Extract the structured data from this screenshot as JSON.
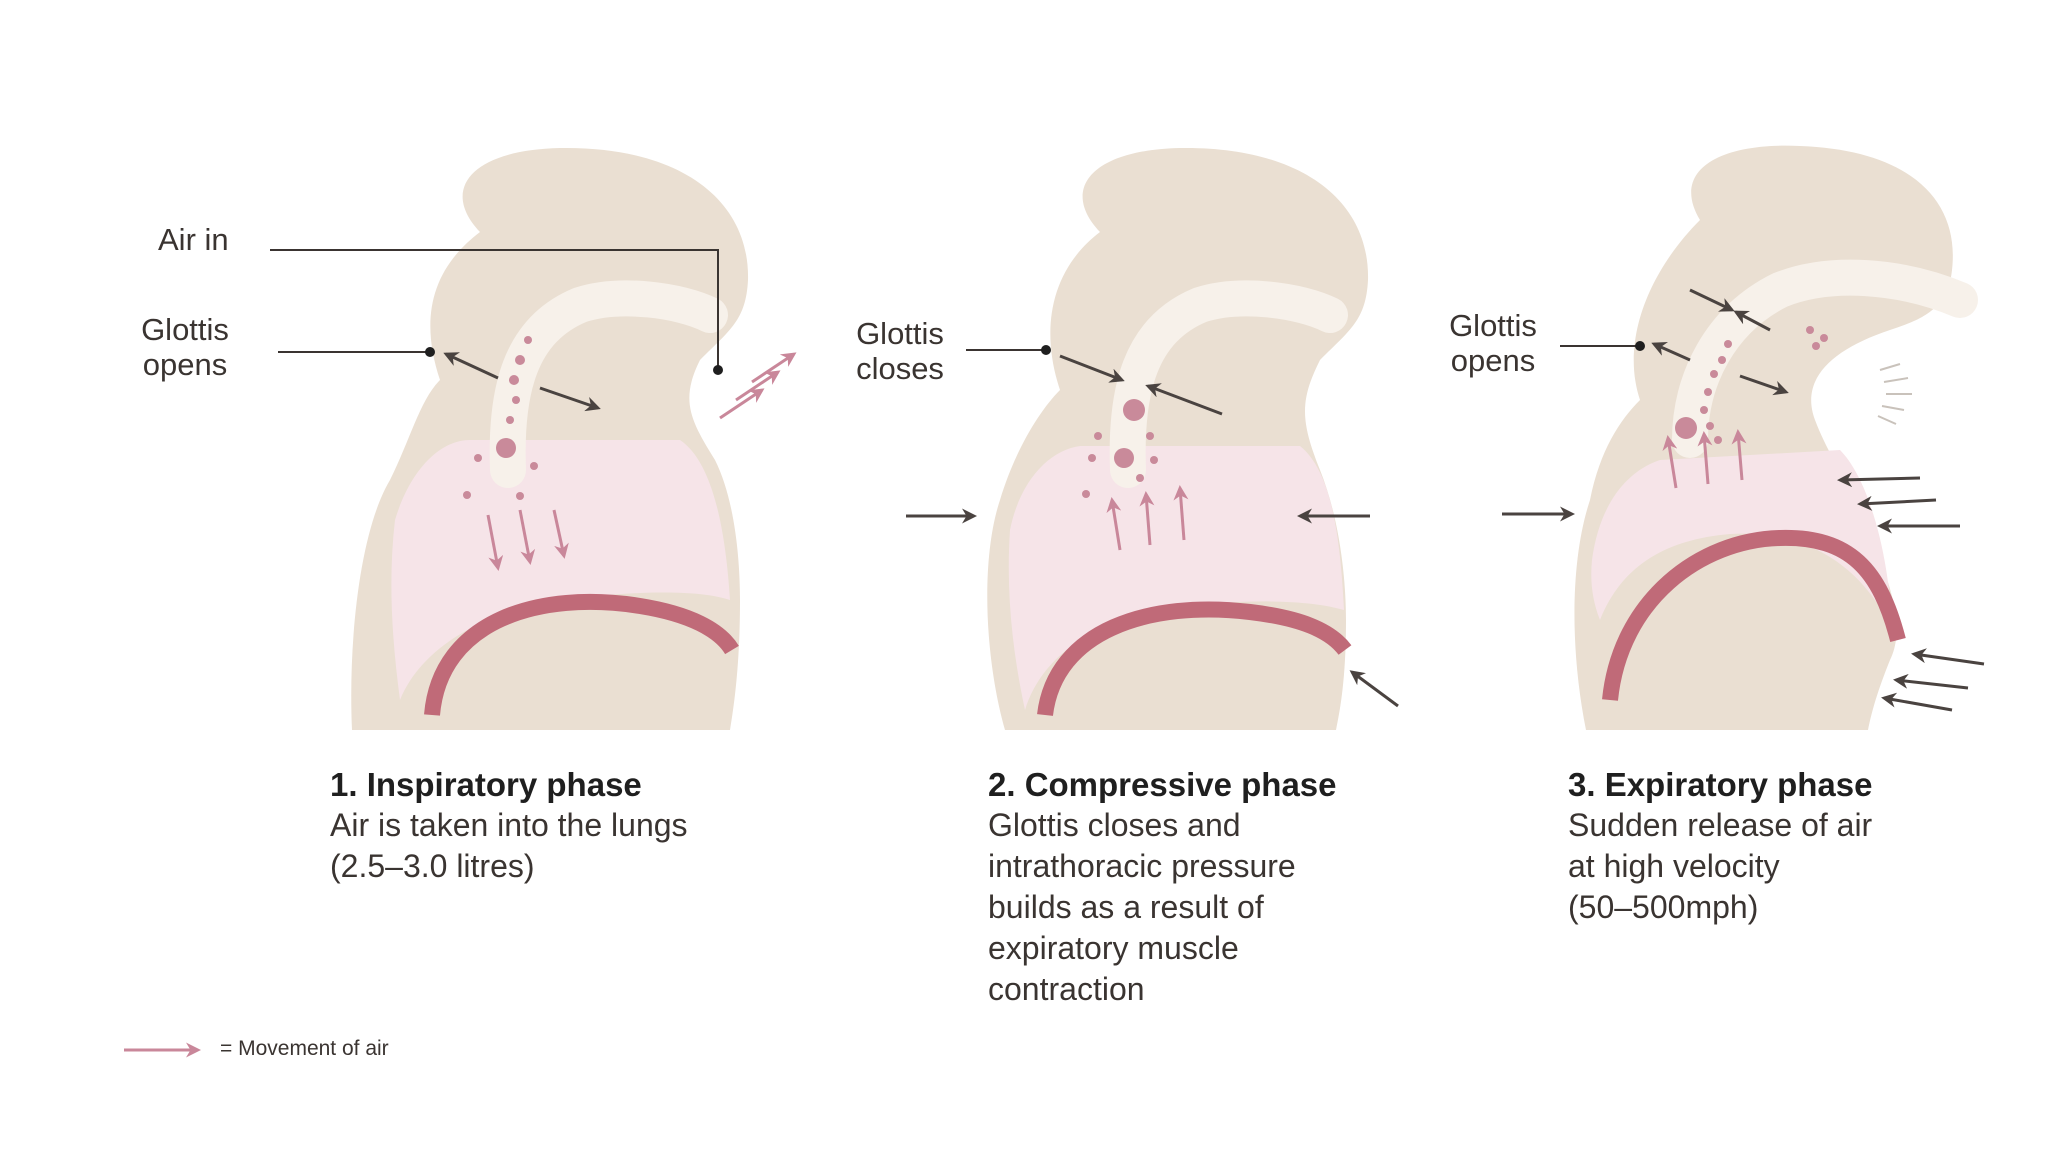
{
  "labels": {
    "air_in": "Air in",
    "p1_glottis": [
      "Glottis",
      "opens"
    ],
    "p2_glottis": [
      "Glottis",
      "closes"
    ],
    "p3_glottis": [
      "Glottis",
      "opens"
    ]
  },
  "phases": [
    {
      "title": "1. Inspiratory phase",
      "lines": [
        "Air is taken into the lungs",
        "(2.5–3.0 litres)"
      ]
    },
    {
      "title": "2. Compressive phase",
      "lines": [
        "Glottis closes and",
        "intrathoracic pressure",
        "builds as a result of",
        "expiratory muscle",
        "contraction"
      ]
    },
    {
      "title": "3. Expiratory phase",
      "lines": [
        "Sudden release of air",
        "at high velocity",
        "(50–500mph)"
      ]
    }
  ],
  "legend": {
    "text": "= Movement of air"
  },
  "colors": {
    "body": "#eadfd2",
    "lung": "#f6e4e8",
    "diaphragm": "#c06a78",
    "air_arrow": "#c9879a",
    "black_arrow": "#4a4340",
    "airway": "#f7f1ea"
  }
}
